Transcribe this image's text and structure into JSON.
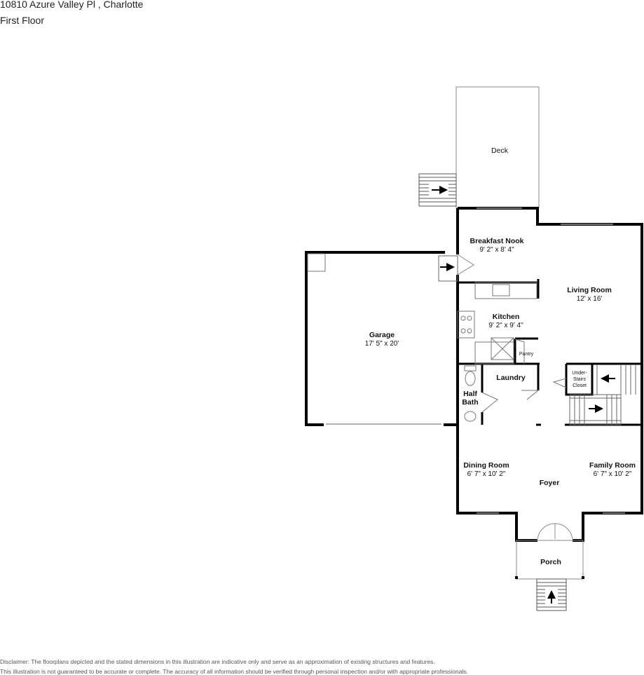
{
  "header": {
    "address": "10810 Azure Valley Pl , Charlotte",
    "floor": "First Floor"
  },
  "rooms": {
    "deck": {
      "name": "Deck"
    },
    "breakfast_nook": {
      "name": "Breakfast Nook",
      "dims": "9' 2\" x 8' 4\""
    },
    "living_room": {
      "name": "Living Room",
      "dims": "12' x 16'"
    },
    "kitchen": {
      "name": "Kitchen",
      "dims": "9' 2\" x 9' 4\""
    },
    "garage": {
      "name": "Garage",
      "dims": "17' 5\" x 20'"
    },
    "pantry": {
      "name": "Pantry"
    },
    "laundry": {
      "name": "Laundry"
    },
    "half_bath": {
      "name_line1": "Half",
      "name_line2": "Bath"
    },
    "under_stairs_closet": {
      "line1": "Under-",
      "line2": "Stairs",
      "line3": "Closet"
    },
    "dining_room": {
      "name": "Dining Room",
      "dims": "6' 7\" x 10' 2\""
    },
    "family_room": {
      "name": "Family Room",
      "dims": "6' 7\" x 10' 2\""
    },
    "foyer": {
      "name": "Foyer"
    },
    "porch": {
      "name": "Porch"
    }
  },
  "disclaimer": {
    "line1": "Disclaimer: The floorplans depicted and the stated dimensions in this illustration are indicative only and serve as an approximation of existing structures and features.",
    "line2": "This illustration is not guaranteed to be accurate or complete. The accuracy of all information should be verified through personal inspection and/or with appropriate professionals."
  }
}
